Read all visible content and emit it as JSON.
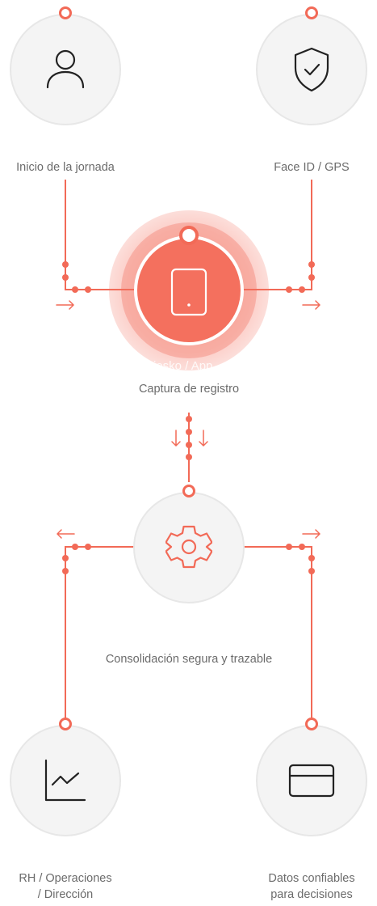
{
  "nodes": {
    "start": {
      "label": "Inicio de la jornada",
      "icon": "user-icon"
    },
    "verify": {
      "label": "Face ID / GPS",
      "icon": "shield-check-icon"
    },
    "capture": {
      "label": "Captura de registro",
      "overlay_label": "Kiosko / App",
      "icon": "tablet-icon"
    },
    "consolidate": {
      "label": "Consolidación segura y trazable",
      "icon": "gear-icon"
    },
    "hr": {
      "label": "RH / Operaciones\n/ Dirección",
      "icon": "chart-line-icon"
    },
    "data": {
      "label": "Datos confiables\npara decisiones",
      "icon": "card-icon"
    }
  },
  "colors": {
    "accent": "#f26a57",
    "core": "#f4705e",
    "node_fill": "#f4f4f4",
    "label_text": "#6b6b6b"
  }
}
